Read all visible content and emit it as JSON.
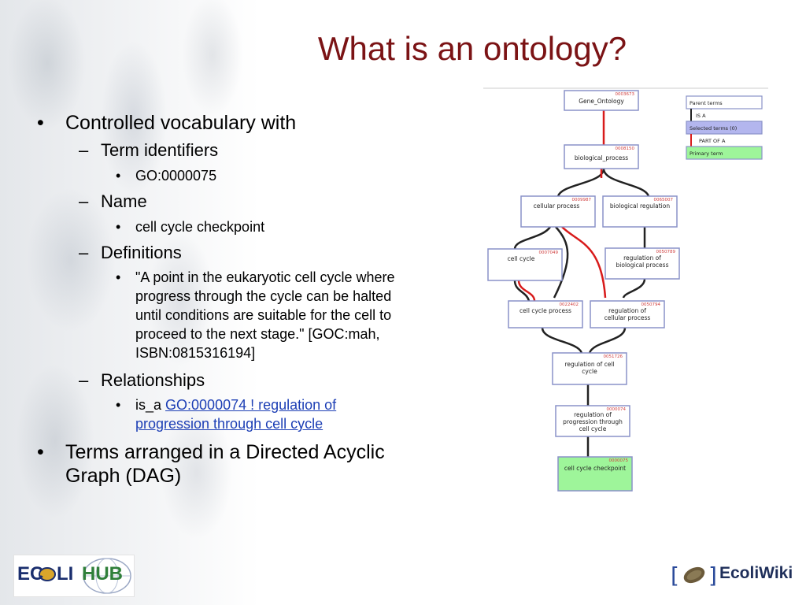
{
  "slide": {
    "title": "What is an ontology?",
    "bullets": {
      "b1": "Controlled vocabulary with",
      "term_identifiers": "Term identifiers",
      "go_id": "GO:0000075",
      "name": "Name",
      "name_value": "cell cycle checkpoint",
      "definitions": "Definitions",
      "def_lines": [
        "\"A point in the eukaryotic cell cycle where",
        "progress through the cycle can be halted",
        "until conditions are suitable for the cell to",
        "proceed to the next stage.\" [GOC:mah,",
        "ISBN:0815316194]"
      ],
      "relationships": "Relationships",
      "rel_prefix": "is_a ",
      "rel_link_lines": [
        "GO:0000074 ! regulation of",
        "progression through cell cycle"
      ],
      "b2_lines": [
        "Terms arranged in a Directed Acyclic",
        "Graph (DAG)"
      ],
      "dash": "–",
      "dot": "•"
    }
  },
  "dag": {
    "legend": {
      "parent_terms": "Parent terms",
      "is_a": "IS A",
      "selected_terms": "Selected terms (0)",
      "part_of": "PART OF A",
      "primary_term": "Primary term"
    },
    "nodes": {
      "gene_ontology": {
        "id": "0003673",
        "label": "Gene_Ontology"
      },
      "biological_process": {
        "id": "0008150",
        "label": "biological_process"
      },
      "cellular_process": {
        "id": "0009987",
        "label": "cellular process"
      },
      "biological_regulation": {
        "id": "0065007",
        "label": "biological regulation"
      },
      "cell_cycle": {
        "id": "0007049",
        "label": "cell cycle"
      },
      "reg_bio_process_l1": "regulation of",
      "reg_bio_process_l2": "biological process",
      "reg_bio_process_id": "0050789",
      "cell_cycle_process": {
        "id": "0022402",
        "label": "cell cycle process"
      },
      "reg_cell_process_l1": "regulation of",
      "reg_cell_process_l2": "cellular process",
      "reg_cell_process_id": "0050794",
      "reg_cell_cycle_l1": "regulation of cell",
      "reg_cell_cycle_l2": "cycle",
      "reg_cell_cycle_id": "0051726",
      "reg_prog_l1": "regulation of",
      "reg_prog_l2": "progression through",
      "reg_prog_l3": "cell cycle",
      "reg_prog_id": "0000074",
      "checkpoint": {
        "id": "0000075",
        "label": "cell cycle checkpoint"
      }
    },
    "colors": {
      "node_border": "#8a92c8",
      "red_edge": "#d81b1b",
      "black_edge": "#222222",
      "primary_fill": "#9ef59a",
      "selected_fill": "#b3b6ee",
      "id_color": "#d04040"
    }
  },
  "logos": {
    "left_part1": "EC",
    "left_part2": "LI",
    "left_part3": "HUB",
    "right_text": "EcoliWiki"
  }
}
